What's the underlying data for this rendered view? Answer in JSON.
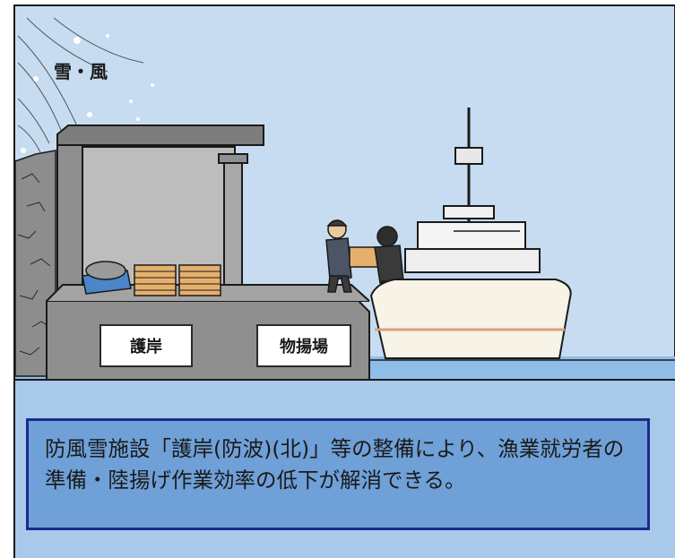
{
  "labels": {
    "weather": "雪・風",
    "seawall_sign": "護岸",
    "landing_sign": "物揚場"
  },
  "caption": {
    "text": "防風雪施設「護岸(防波)(北)」等の整備により、漁業就労者の準備・陸揚げ作業効率の低下が解消できる。"
  },
  "colors": {
    "sky": "#bfd8ef",
    "sea": "#9cc3e8",
    "caption_box": "#6fa0d8",
    "caption_border": "#1d2a8a",
    "concrete": "#9b9b9b",
    "crate": "#e9b878"
  },
  "icons": [
    "snowflake-icon",
    "wind-line-icon",
    "fish-crate-icon",
    "worker-icon",
    "fishing-boat-icon"
  ]
}
